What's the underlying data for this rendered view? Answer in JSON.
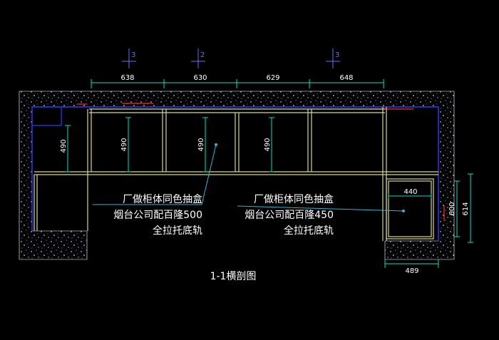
{
  "title": "1-1横剖图",
  "section_markers": [
    "3",
    "2",
    "3"
  ],
  "top_dimensions": [
    "638",
    "630",
    "629",
    "648"
  ],
  "drawer_heights": [
    "490",
    "490",
    "490",
    "490"
  ],
  "notes": {
    "left": [
      "厂做柜体同色抽盒",
      "烟台公司配百隆500",
      "全拉托底轨"
    ],
    "right": [
      "厂做柜体同色抽盒",
      "烟台公司配百隆450",
      "全拉托底轨"
    ]
  },
  "right_unit": {
    "inner_width": "440",
    "outer_width": "489",
    "inner_height": "600",
    "outer_height": "614"
  },
  "colors": {
    "cabinet_line": "#d8d68c",
    "dimension_line": "#00e0c0",
    "wall_edge": "#2a3cff",
    "leader_line": "#29b6d8",
    "wall_speckle": "#ffffff",
    "marker_red": "#ff2a2a"
  }
}
